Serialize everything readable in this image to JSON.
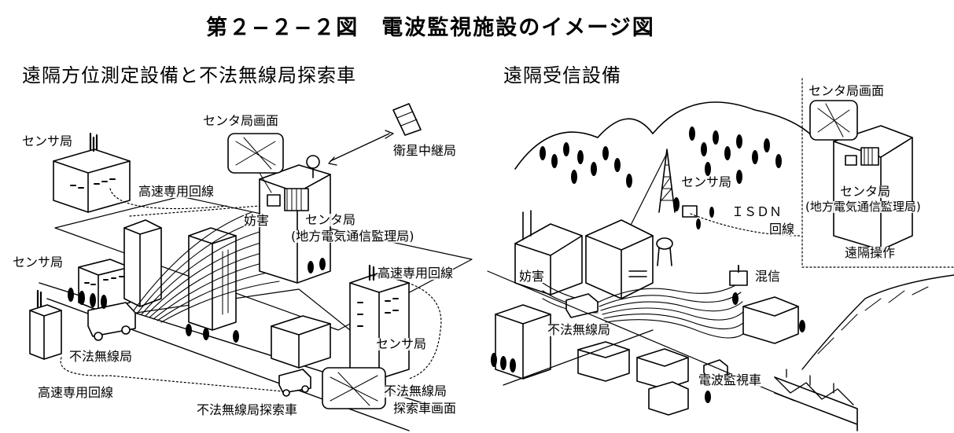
{
  "title": "第２−２−２図　電波監視施設のイメージ図",
  "left_section": {
    "heading": "遠隔方位測定設備と不法無線局探索車",
    "labels": {
      "sensor_top": "センサ局",
      "sensor_mid": "センサ局",
      "sensor_right": "センサ局",
      "center_screen": "センタ局画面",
      "satellite": "衛星中継局",
      "highspeed_top": "高速専用回線",
      "highspeed_right": "高速専用回線",
      "highspeed_bottom": "高速専用回線",
      "interference": "妨害",
      "center_station": "センタ局",
      "regional_bureau": "(地方電気通信監理局)",
      "illegal_station": "不法無線局",
      "search_vehicle": "不法無線局探索車",
      "search_screen_1": "不法無線局",
      "search_screen_2": "探索車画面"
    }
  },
  "right_section": {
    "heading": "遠隔受信設備",
    "labels": {
      "center_screen": "センタ局画面",
      "sensor": "センサ局",
      "isdn": "ＩＳＤＮ",
      "line": "回線",
      "center_station": "センタ局",
      "regional_bureau": "(地方電気通信監理局)",
      "remote_operation": "遠隔操作",
      "interference": "妨害",
      "crosstalk": "混信",
      "illegal_station": "不法無線局",
      "monitor_vehicle": "電波監視車"
    }
  }
}
